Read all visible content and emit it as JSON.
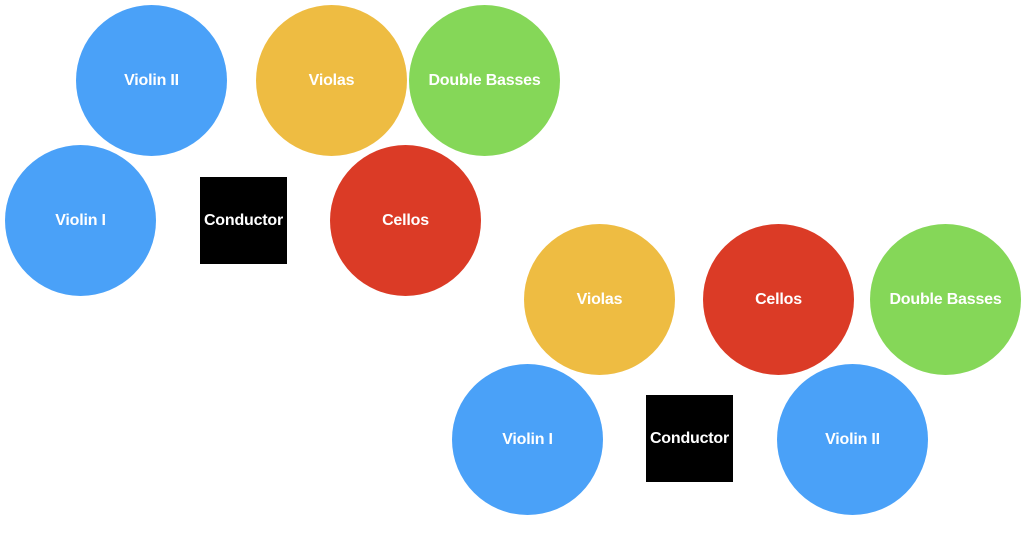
{
  "colors": {
    "violins": "#4aa1f8",
    "violas": "#eebc42",
    "cellos": "#db3b26",
    "double_basses": "#85d758",
    "conductor": "#000000",
    "label_text": "#ffffff"
  },
  "layout_a": {
    "violin_ii": "Violin II",
    "violas": "Violas",
    "double_basses": "Double Basses",
    "violin_i": "Violin I",
    "conductor": "Conductor",
    "cellos": "Cellos"
  },
  "layout_b": {
    "violas": "Violas",
    "cellos": "Cellos",
    "double_basses": "Double Basses",
    "violin_i": "Violin I",
    "conductor": "Conductor",
    "violin_ii": "Violin II"
  }
}
